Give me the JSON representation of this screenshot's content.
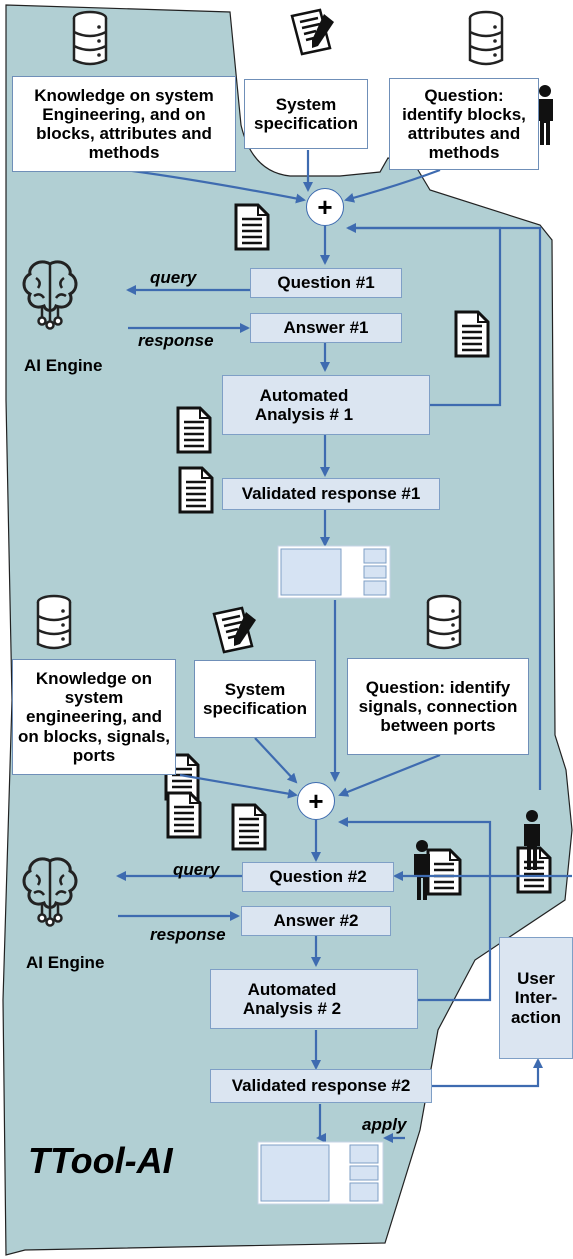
{
  "top_inputs": {
    "knowledge": "Knowledge on system Engineering, and on blocks, attributes and methods",
    "spec": "System specification",
    "question": "Question: identify blocks, attributes and methods"
  },
  "stage1": {
    "question": "Question #1",
    "answer": "Answer #1",
    "analysis": "Automated Analysis # 1",
    "validated": "Validated response #1"
  },
  "mid_inputs": {
    "knowledge": "Knowledge on system engineering, and on blocks, signals, ports",
    "spec": "System specification",
    "question": "Question: identify signals, connection between ports"
  },
  "stage2": {
    "question": "Question #2",
    "answer": "Answer #2",
    "analysis": "Automated Analysis # 2",
    "validated": "Validated response #2"
  },
  "labels": {
    "query": "query",
    "response": "response",
    "ai_engine": "AI Engine",
    "plus": "+",
    "user_interaction": "User Inter- action",
    "apply": "apply",
    "tool_name": "TTool-AI"
  }
}
